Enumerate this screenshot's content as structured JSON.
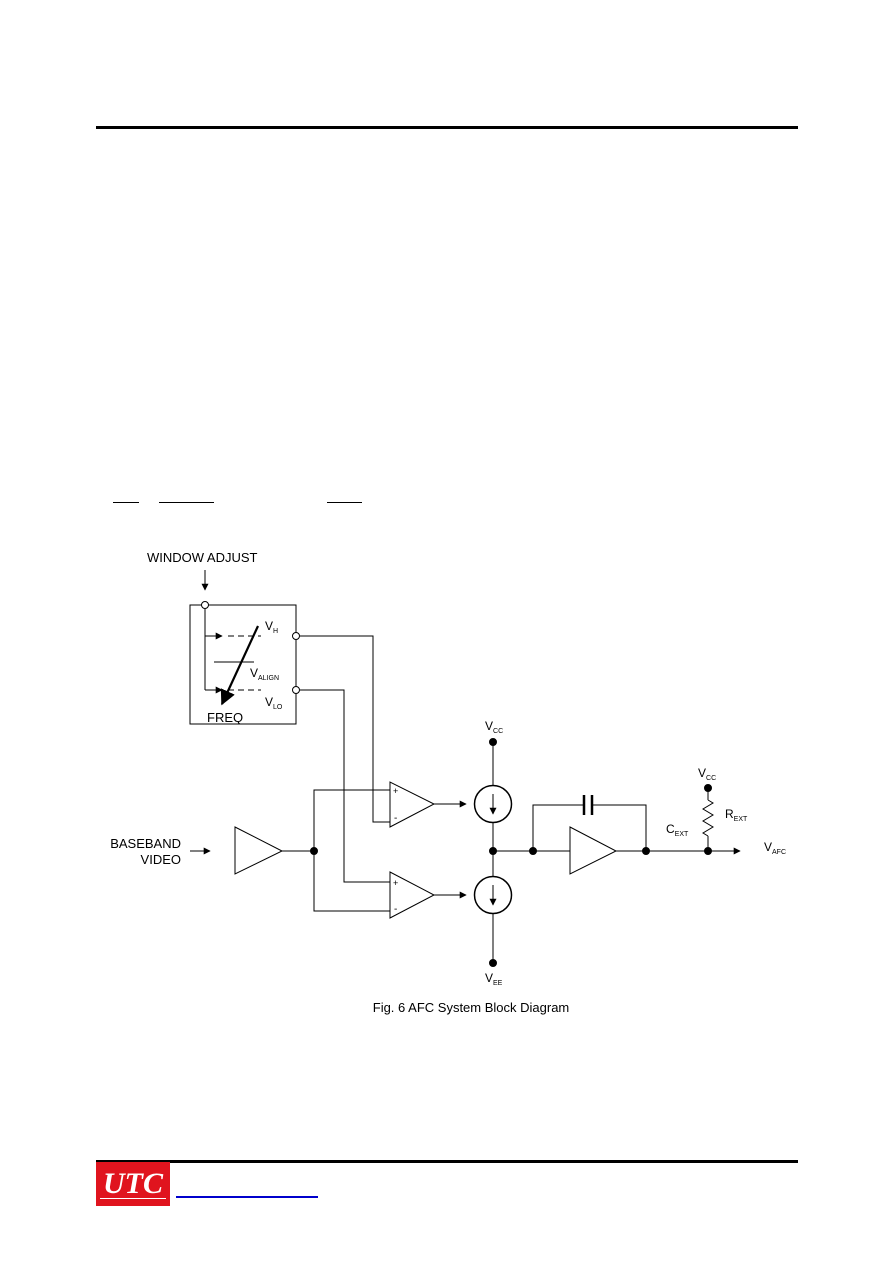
{
  "logo": {
    "text": "UTC",
    "color": "#e0141e"
  },
  "diagram": {
    "window_adjust": "WINDOW ADJUST",
    "freq": "FREQ",
    "vh": {
      "main": "V",
      "sub": "H"
    },
    "valign": {
      "main": "V",
      "sub": "ALIGN"
    },
    "vlo": {
      "main": "V",
      "sub": "LO"
    },
    "vcc_top": {
      "main": "V",
      "sub": "CC"
    },
    "vcc_right": {
      "main": "V",
      "sub": "CC"
    },
    "vee": {
      "main": "V",
      "sub": "EE"
    },
    "baseband_line1": "BASEBAND",
    "baseband_line2": "VIDEO",
    "cext": {
      "main": "C",
      "sub": "EXT"
    },
    "rext": {
      "main": "R",
      "sub": "EXT"
    },
    "vafc": {
      "main": "V",
      "sub": "AFC"
    },
    "plus": "+",
    "minus": "-",
    "caption": "Fig. 6 AFC System Block Diagram"
  }
}
